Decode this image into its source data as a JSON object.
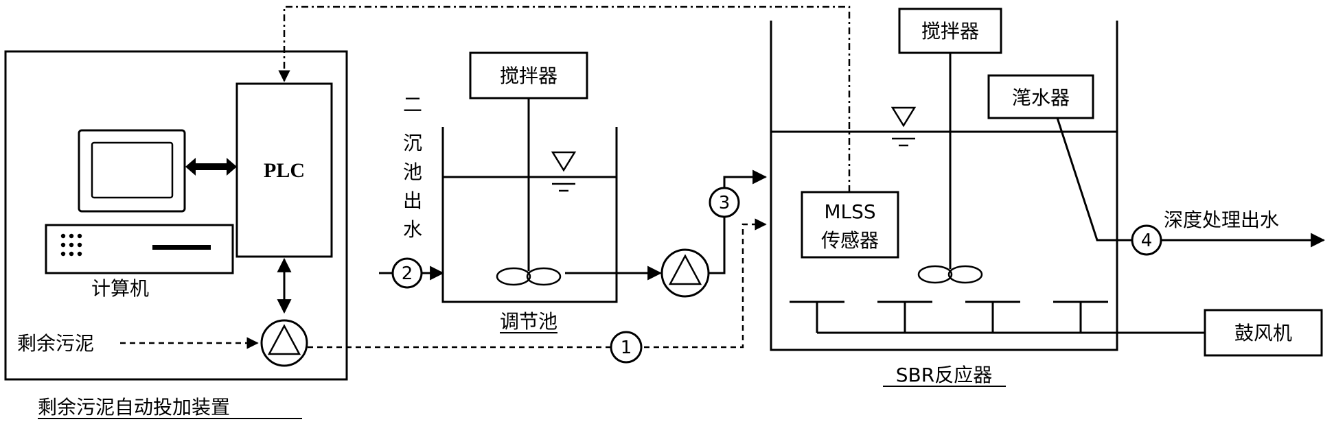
{
  "labels": {
    "plc": "PLC",
    "computer": "计算机",
    "excess_sludge": "剩余污泥",
    "device_title": "剩余污泥自动投加装置",
    "secondary_effluent": [
      "二",
      "沉",
      "池",
      "出",
      "水"
    ],
    "stirrer_1": "搅拌器",
    "stirrer_2": "搅拌器",
    "regulating_tank": "调节池",
    "mlss_line1": "MLSS",
    "mlss_line2": "传感器",
    "decanter": "滗水器",
    "advanced_effluent": "深度处理出水",
    "sbr": "SBR反应器",
    "blower": "鼓风机"
  },
  "markers": {
    "m1": "1",
    "m2": "2",
    "m3": "3",
    "m4": "4"
  }
}
